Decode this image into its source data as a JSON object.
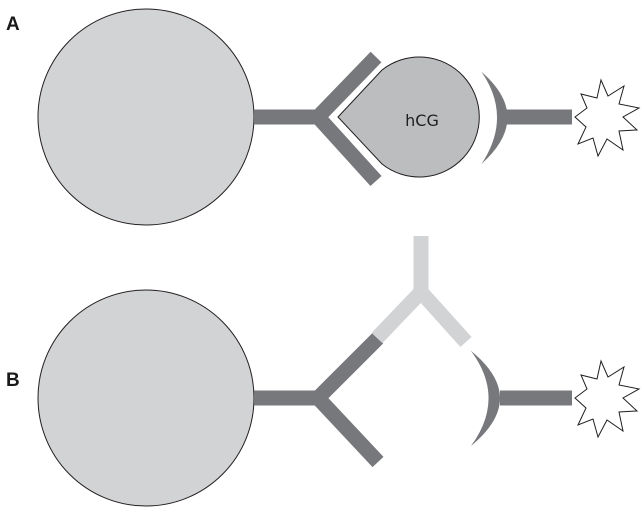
{
  "panels": [
    {
      "label": "A"
    },
    {
      "label": "B"
    }
  ],
  "antigen": {
    "label": "hCG"
  },
  "colors": {
    "bead": "#d2d3d5",
    "antibody": "#77787b",
    "light_antibody": "#d2d3d5",
    "antigen": "#bbbdbf",
    "enzyme": "#77787b",
    "signal": "#ffffff",
    "outline": "#231f20"
  }
}
